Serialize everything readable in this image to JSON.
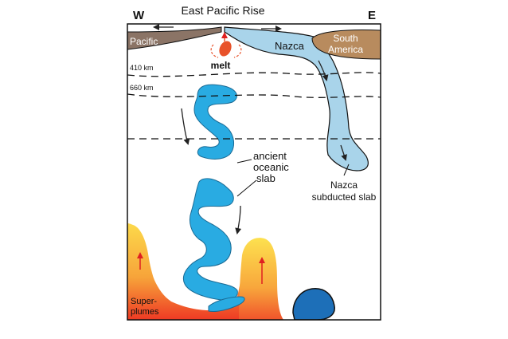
{
  "compass": {
    "west": "W",
    "east": "E"
  },
  "title": "East Pacific Rise",
  "plates": {
    "pacific": "Pacific",
    "nazca": "Nazca",
    "south_america_line1": "South",
    "south_america_line2": "America"
  },
  "melt_label": "melt",
  "depths": {
    "d410": "410 km",
    "d660": "660 km"
  },
  "ancient_slab": {
    "line1": "ancient",
    "line2": "oceanic",
    "line3": "slab"
  },
  "nazca_slab": {
    "line1": "Nazca",
    "line2": "subducted slab"
  },
  "superplumes": {
    "line1": "Super-",
    "line2": "plumes"
  },
  "colors": {
    "slab_blue": "#29abe2",
    "nazca_light_blue": "#a9d4ea",
    "pacific_brown": "#8b7466",
    "south_america_tan": "#b88b5e",
    "melt_red": "#e8522a",
    "plume_yellow": "#fcd84a",
    "plume_red": "#ee3a24",
    "pile_blue": "#1d6fb8"
  }
}
